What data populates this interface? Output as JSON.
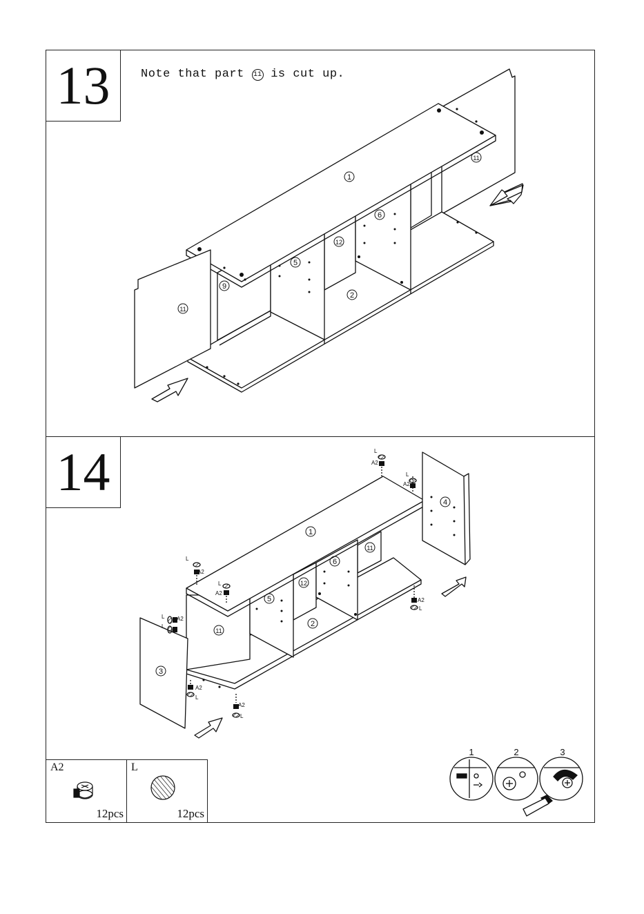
{
  "step13": {
    "number": "13",
    "note_before": "Note that part ",
    "note_part": "11",
    "note_after": " is cut up.",
    "parts": {
      "top": "1",
      "bottom": "2",
      "divider_left": "5",
      "divider_right": "6",
      "back_center": "12",
      "back_left_small": "9",
      "back_left": "11",
      "back_right": "11"
    }
  },
  "step14": {
    "number": "14",
    "parts": {
      "top": "1",
      "bottom": "2",
      "side_left": "3",
      "side_right": "4",
      "divider_left": "5",
      "divider_right": "6",
      "back_left": "11",
      "back_right": "11",
      "back_center": "12"
    },
    "fitting_labels": {
      "cam": "A2",
      "cover": "L"
    }
  },
  "hardware": [
    {
      "code": "A2",
      "qty": "12pcs",
      "icon": "cam-lock-icon"
    },
    {
      "code": "L",
      "qty": "12pcs",
      "icon": "cover-cap-icon"
    }
  ],
  "instructions": [
    "1",
    "2",
    "3"
  ]
}
